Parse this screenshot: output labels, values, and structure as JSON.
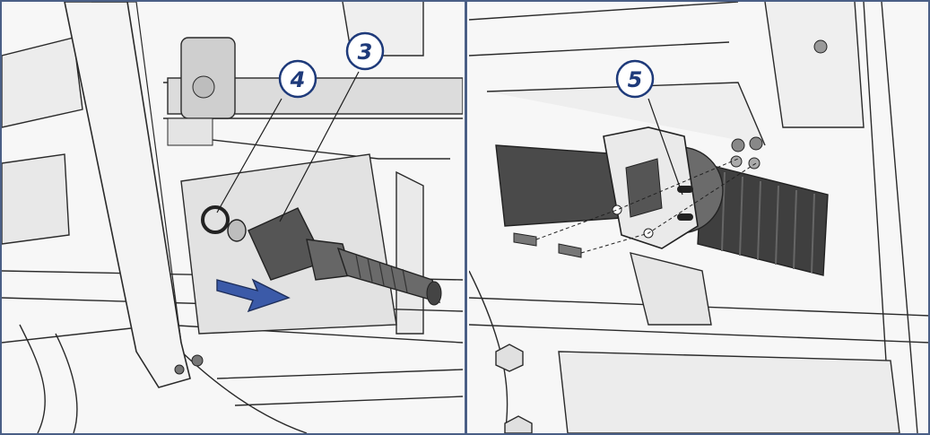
{
  "colors": {
    "callout": "#1e3a7a",
    "arrow_fill": "#3b5aa8",
    "divider": "#4a5f86",
    "line": "#2a2a2a",
    "dark_part": "#555555"
  },
  "panels": [
    {
      "callouts": [
        {
          "label": "4",
          "icon": "callout-circle"
        },
        {
          "label": "3",
          "icon": "callout-circle"
        }
      ],
      "arrow_icon": "insert-direction-arrow"
    },
    {
      "callouts": [
        {
          "label": "5",
          "icon": "callout-circle"
        }
      ]
    }
  ]
}
